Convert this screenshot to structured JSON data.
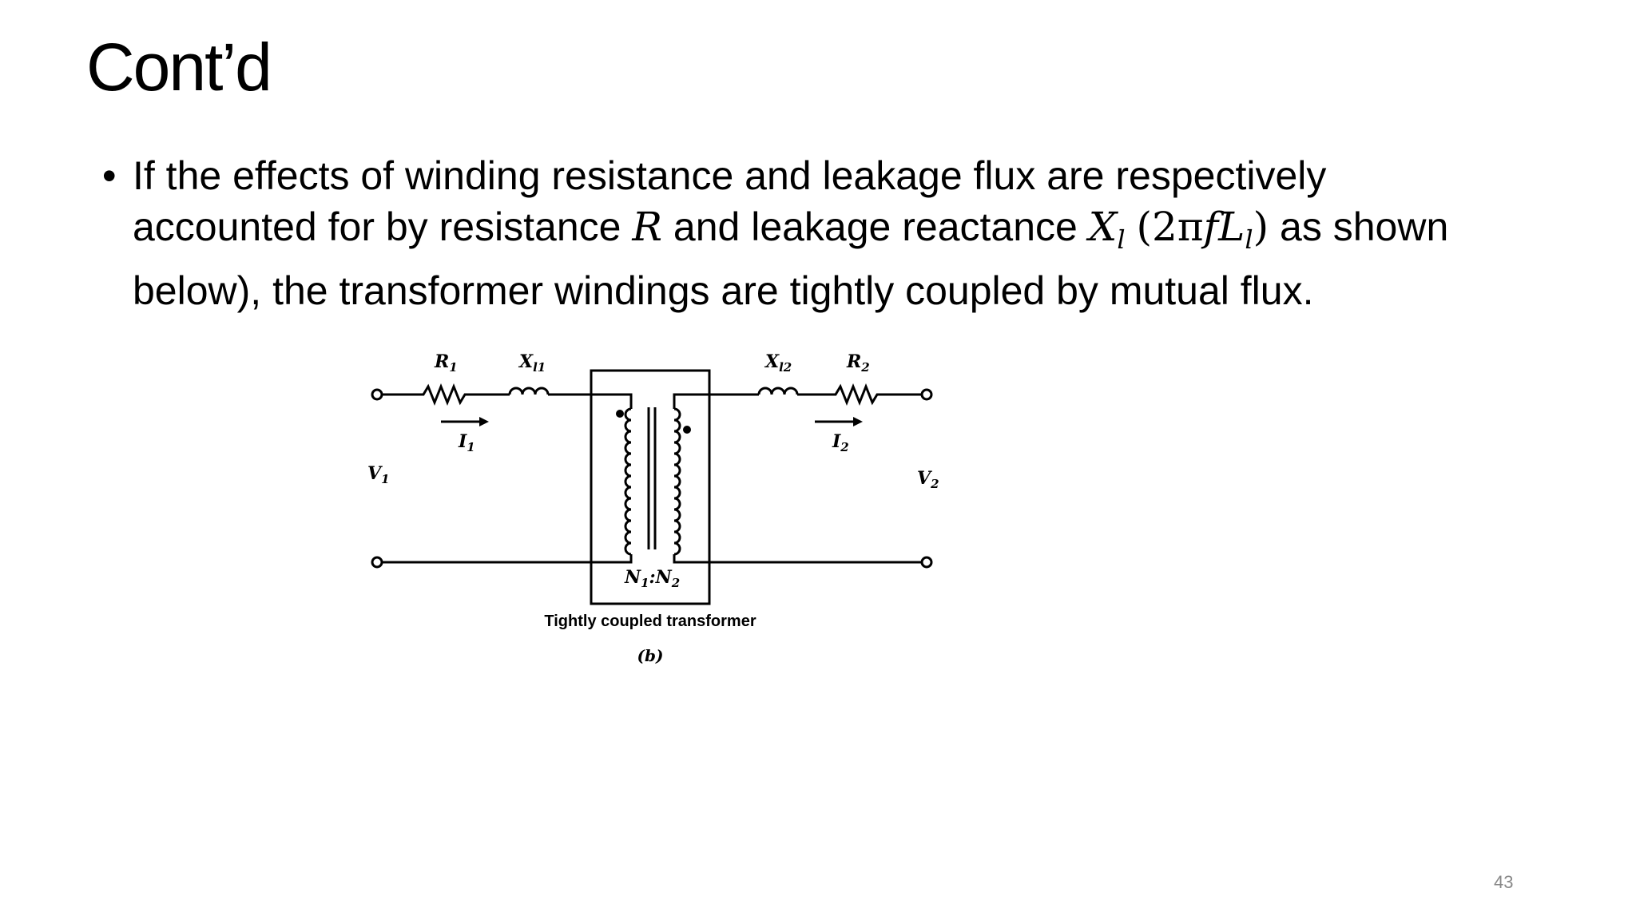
{
  "slide": {
    "title": "Cont’d",
    "bullet": {
      "line1": "If the effects of winding resistance and leakage flux are respectively",
      "line2_a": "accounted for by resistance ",
      "line2_R": "R",
      "line2_b": " and leakage reactance ",
      "line2_X": "X",
      "line2_Xsub": "l",
      "line2_paren_open": "(2π",
      "line2_f": "f",
      "line2_L": "L",
      "line2_Lsub": "l",
      "line2_paren_close": ")",
      "line2_c": " as shown",
      "line3": "below), the transformer windings are tightly coupled by mutual flux."
    },
    "figure": {
      "R1": "R",
      "R1_sub": "1",
      "Xl1": "X",
      "Xl1_sub": "l1",
      "Xl2": "X",
      "Xl2_sub": "l2",
      "R2": "R",
      "R2_sub": "2",
      "I1": "I",
      "I1_sub": "1",
      "I2": "I",
      "I2_sub": "2",
      "V1": "V",
      "V1_sub": "1",
      "V2": "V",
      "V2_sub": "2",
      "ratio_N1": "N",
      "ratio_N1_sub": "1",
      "ratio_colon": ":",
      "ratio_N2": "N",
      "ratio_N2_sub": "2",
      "caption": "Tightly coupled transformer",
      "sublabel": "(b)"
    },
    "page_number": "43"
  }
}
